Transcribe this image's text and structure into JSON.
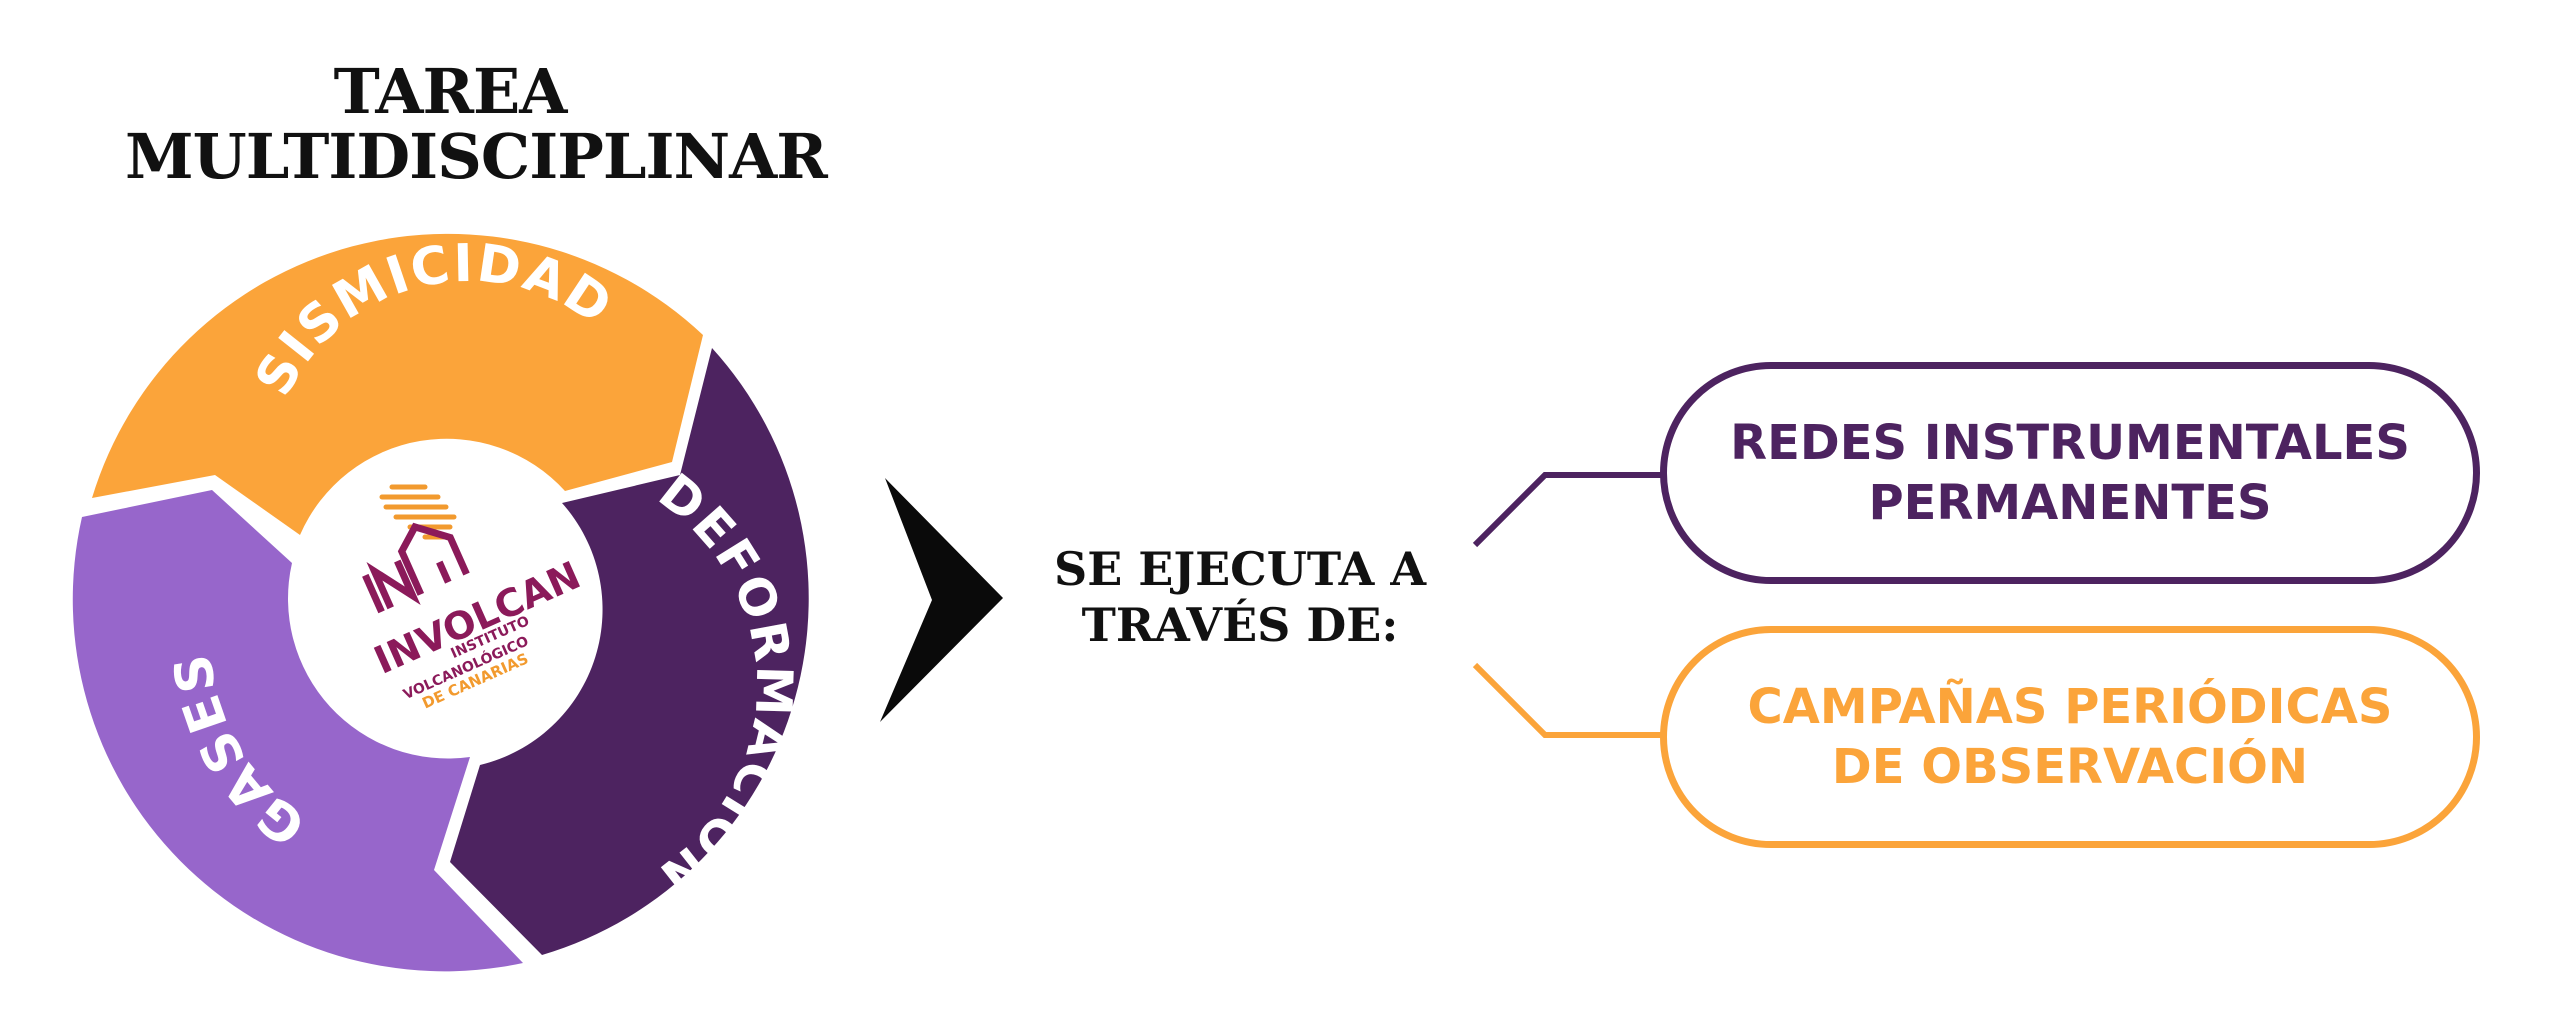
{
  "title": {
    "line1": "TAREA",
    "line2": "MULTIDISCIPLINAR"
  },
  "cycle": {
    "segments": [
      {
        "label": "SISMICIDAD",
        "color": "#fba43a"
      },
      {
        "label": "DEFORMACIÓN",
        "color": "#4d2360"
      },
      {
        "label": "GASES",
        "color": "#9766cb"
      }
    ]
  },
  "logo": {
    "wordmark": "INVOLCAN",
    "subtitle_lines": [
      "INSTITUTO",
      "VOLCANOLÓGICO",
      "DE CANARIAS"
    ],
    "colors": {
      "magenta": "#8b1a5a",
      "orange": "#f29a2e"
    }
  },
  "connector": {
    "line1": "SE EJECUTA A",
    "line2": "TRAVÉS DE:"
  },
  "outputs": {
    "redes": {
      "line1": "REDES INSTRUMENTALES",
      "line2": "PERMANENTES",
      "color": "#4d2360"
    },
    "campanas": {
      "line1": "CAMPAÑAS PERIÓDICAS",
      "line2": "DE OBSERVACIÓN",
      "color": "#fba43a"
    }
  }
}
